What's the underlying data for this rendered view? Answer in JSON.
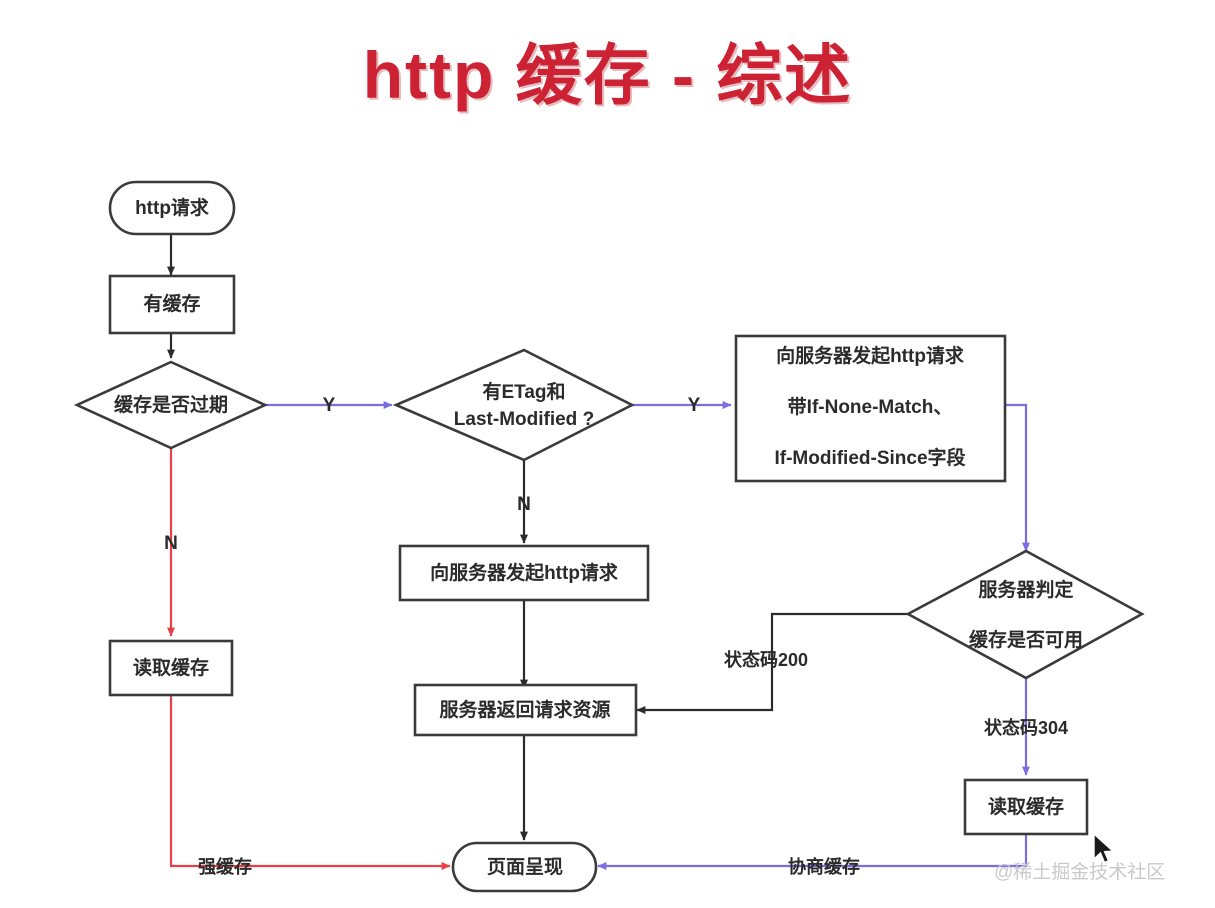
{
  "title": "http 缓存 - 综述",
  "colors": {
    "title": "#cc2233",
    "node_stroke": "#3a3a3a",
    "node_fill": "#ffffff",
    "edge_black": "#2b2b2b",
    "edge_red": "#e8404a",
    "edge_purple": "#7b6ee0",
    "watermark": "#c9c9c9"
  },
  "watermark": "@稀土掘金技术社区",
  "nodes": {
    "http_request": {
      "label": "http请求",
      "shape": "stadium"
    },
    "has_cache": {
      "label": "有缓存",
      "shape": "rect"
    },
    "cache_expired": {
      "label": "缓存是否过期",
      "shape": "diamond"
    },
    "read_cache_left": {
      "label": "读取缓存",
      "shape": "rect"
    },
    "has_etag": {
      "label_line1": "有ETag和",
      "label_line2": "Last-Modified ?",
      "shape": "diamond"
    },
    "send_http_request": {
      "label": "向服务器发起http请求",
      "shape": "rect"
    },
    "server_return": {
      "label": "服务器返回请求资源",
      "shape": "rect"
    },
    "page_render": {
      "label": "页面呈现",
      "shape": "stadium"
    },
    "conditional_request": {
      "label_line1": "向服务器发起http请求",
      "label_line2": "带If-None-Match、",
      "label_line3": "If-Modified-Since字段",
      "shape": "rect"
    },
    "server_judge": {
      "label_line1": "服务器判定",
      "label_line2": "缓存是否可用",
      "shape": "diamond"
    },
    "read_cache_right": {
      "label": "读取缓存",
      "shape": "rect"
    }
  },
  "edge_labels": {
    "expired_yes": "Y",
    "expired_no": "N",
    "etag_yes": "Y",
    "etag_no": "N",
    "status_200": "状态码200",
    "status_304": "状态码304",
    "strong_cache": "强缓存",
    "negotiate_cache": "协商缓存"
  }
}
